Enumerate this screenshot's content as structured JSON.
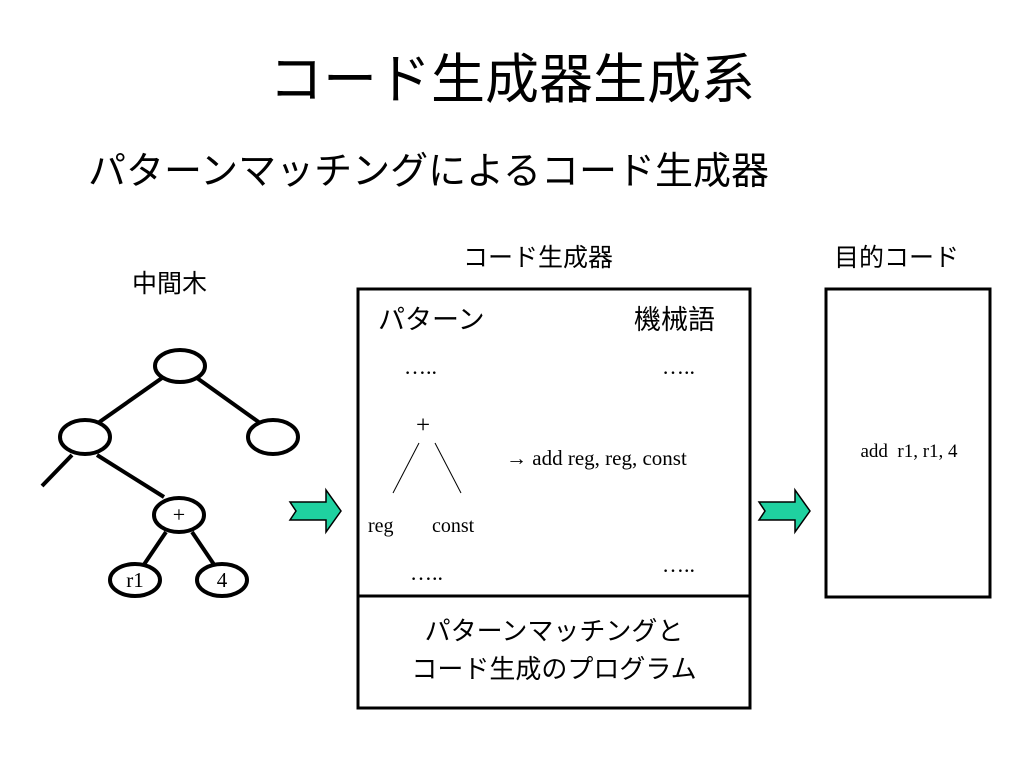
{
  "slide": {
    "title": "コード生成器生成系",
    "subtitle": "パターンマッチングによるコード生成器"
  },
  "tree": {
    "label": "中間木",
    "plus_node": "+",
    "leaf_left": "r1",
    "leaf_right": "4"
  },
  "generator": {
    "label": "コード生成器",
    "pattern_header": "パターン",
    "machine_header": "機械語",
    "ellipsis": "…..",
    "pattern_op": "+",
    "pattern_left": "reg",
    "pattern_right": "const",
    "rule_output": "→ add reg, reg, const",
    "program_line1": "パターンマッチングと",
    "program_line2": "コード生成のプログラム"
  },
  "target": {
    "label": "目的コード",
    "code": "add  r1, r1, 4"
  },
  "colors": {
    "arrow_fill": "#1fd1a0",
    "stroke": "#000000"
  }
}
